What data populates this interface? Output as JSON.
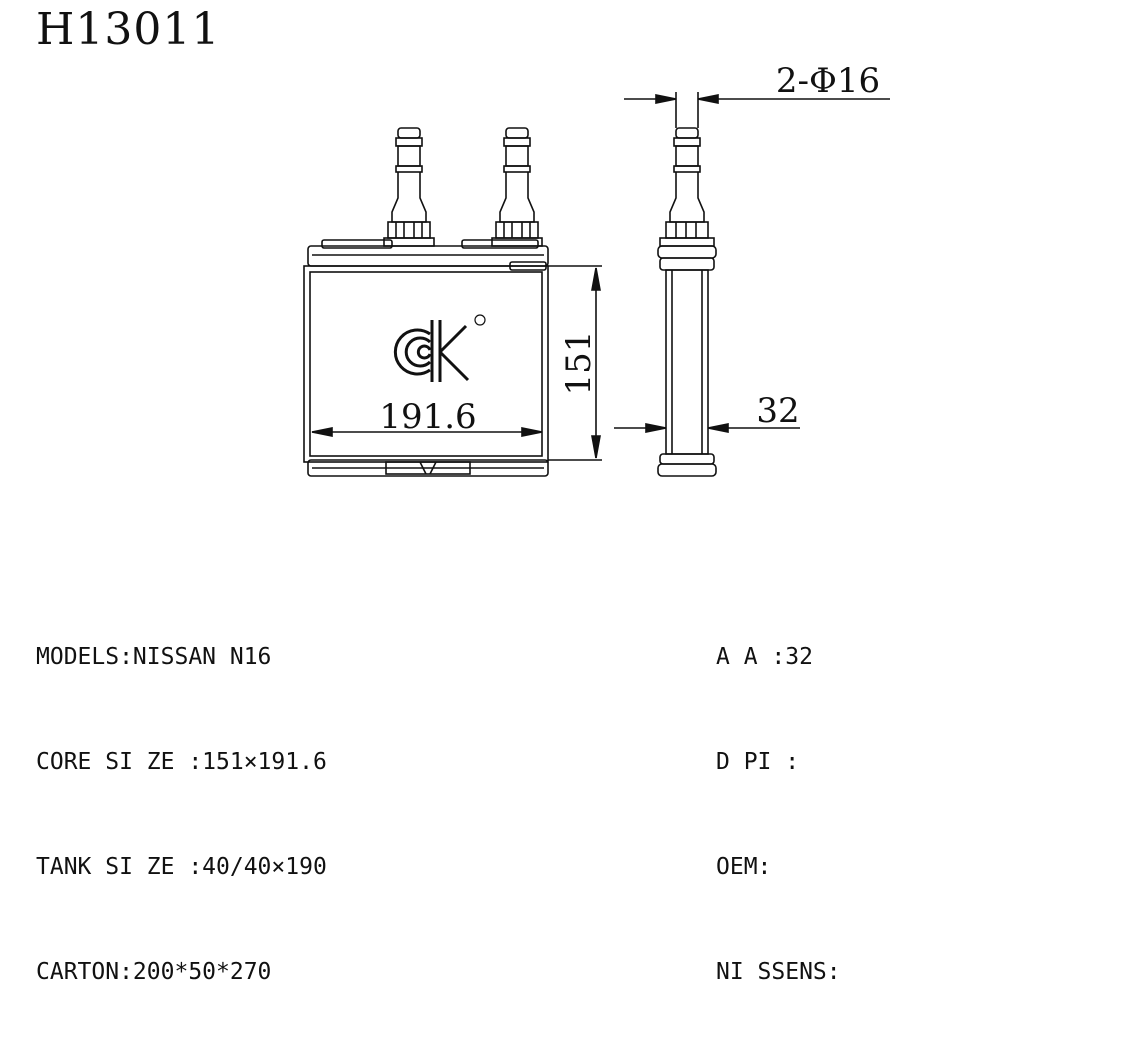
{
  "title": "H13011",
  "dimensions": {
    "pipe_diameter": "2-Φ16",
    "core_height": "151",
    "core_width": "191.6",
    "thickness": "32"
  },
  "specs_left": [
    "MODELS:NISSAN N16",
    "CORE SI ZE :151×191.6",
    "TANK SI ZE :40/40×190",
    "CARTON:200*50*270"
  ],
  "specs_right": [
    "A A :32",
    "D PI :",
    "OEM:",
    "NI SSENS:"
  ],
  "logo": {
    "name": "ck-logo",
    "color": "#111111"
  }
}
